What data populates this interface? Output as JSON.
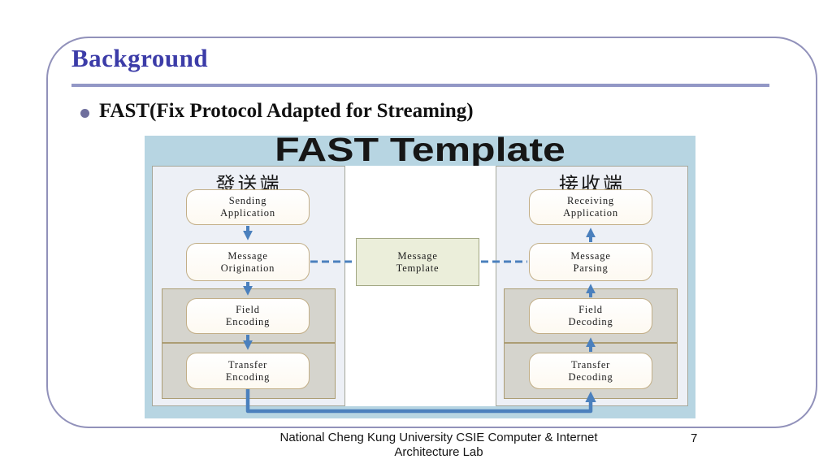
{
  "colors": {
    "frame": "#9191ba",
    "title": "#3c3ca8",
    "rule": "#9297c6",
    "bullet-dot": "#6f6f9d",
    "text": "#111111",
    "diagram-bg": "#b7d5e2",
    "panel-bg": "#edf0f6",
    "panel-border": "#a5a79a",
    "gray-panel-bg": "#d5d4cd",
    "gray-panel-border": "#ac9d74",
    "box-bg": "#ffffff",
    "box-border": "#c2ae87",
    "green-box-bg": "#ebeeda",
    "green-box-border": "#a3a884",
    "arrow": "#4b80bd"
  },
  "slide": {
    "title": "Background",
    "bullet_text": "FAST(Fix Protocol Adapted for Streaming)",
    "footer": {
      "line1": "National Cheng Kung University CSIE Computer & Internet",
      "line2": "Architecture Lab",
      "page_number": "7"
    }
  },
  "diagram": {
    "title": "FAST Template",
    "sender": {
      "header": "發送端",
      "boxes": [
        {
          "line1": "Sending",
          "line2": "Application"
        },
        {
          "line1": "Message",
          "line2": "Origination"
        },
        {
          "line1": "Field",
          "line2": "Encoding"
        },
        {
          "line1": "Transfer",
          "line2": "Encoding"
        }
      ]
    },
    "receiver": {
      "header": "接收端",
      "boxes": [
        {
          "line1": "Receiving",
          "line2": "Application"
        },
        {
          "line1": "Message",
          "line2": "Parsing"
        },
        {
          "line1": "Field",
          "line2": "Decoding"
        },
        {
          "line1": "Transfer",
          "line2": "Decoding"
        }
      ]
    },
    "template_box": {
      "line1": "Message",
      "line2": "Template"
    }
  }
}
